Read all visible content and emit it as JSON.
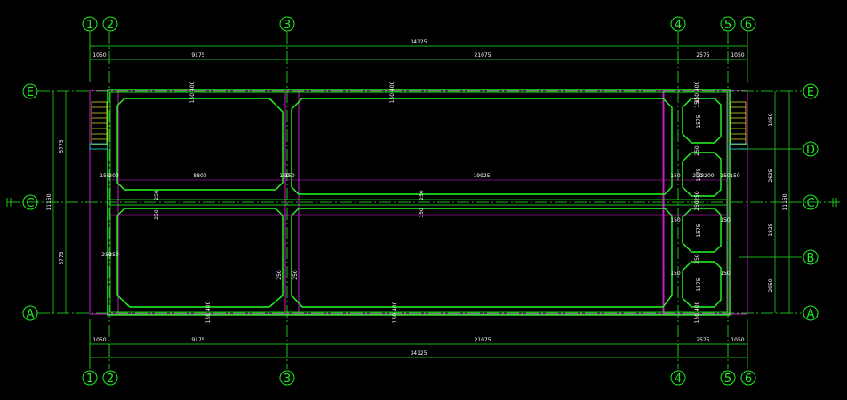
{
  "colors": {
    "background": "#000000",
    "grid": "#22ee22",
    "wall": "#22ff22",
    "accent": "#dd22dd",
    "dim_text": "#ffffff",
    "stair": "#dddd22",
    "cyan": "#22dddd"
  },
  "axis_labels": {
    "vertical": [
      "1",
      "2",
      "3",
      "4",
      "5",
      "6"
    ],
    "horizontal": [
      "E",
      "D",
      "C",
      "B",
      "A"
    ]
  },
  "dimensions": {
    "top_total": "34125",
    "top_parts": [
      "1050",
      "9175",
      "21075",
      "2575",
      "1050"
    ],
    "bottom_total": "34125",
    "bottom_parts": [
      "1050",
      "9175",
      "21075",
      "2575",
      "1050"
    ],
    "left_total": "11150",
    "left_parts": [
      "5775",
      "5775"
    ],
    "right_total": "11150",
    "right_parts": [
      "1050",
      "2625",
      "1825",
      "2950"
    ],
    "cell_labels": {
      "top_wall_1": "150 400",
      "top_wall_2": "150 400",
      "top_wall_3": "150 400",
      "bottom_wall_1": "150 400",
      "bottom_wall_2": "150 400",
      "bottom_wall_3": "150 400",
      "mid_width_left": "8800",
      "mid_width_right": "19925",
      "mid_small_1": "150",
      "mid_small_2": "200",
      "mid_small_3": "150",
      "mid_small_4": "150",
      "mid_small_5": "150",
      "mid_small_6": "200",
      "mid_small_7": "250",
      "mid_small_8": "250",
      "mid_small_9": "150",
      "mid_small_10": "150",
      "mid_small_11": "150",
      "mid_small_12": "2200",
      "mid_small_13": "250",
      "mid_small_14": "150",
      "mid_small_15": "250",
      "mid_small_16": "250",
      "mid_small_17": "250",
      "mid_small_18": "250",
      "mid_small_19": "250",
      "mid_small_20": "250",
      "mid_small_21": "250",
      "mid_small_22": "250",
      "small_cell_1": "1575",
      "small_cell_2": "1575",
      "small_cell_3": "1575",
      "small_cell_4": "1575",
      "side_1": "150",
      "side_2": "150",
      "side_3": "150",
      "side_4": "150"
    }
  }
}
